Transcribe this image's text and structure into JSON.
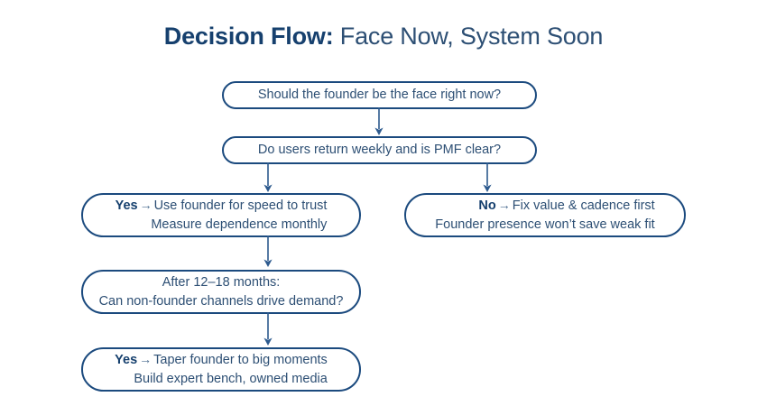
{
  "title": {
    "strong": "Decision Flow:",
    "rest": " Face Now, System Soon"
  },
  "colors": {
    "stroke": "#1b4a7e",
    "title_strong": "#16406e",
    "text": "#2d4f74",
    "background": "#ffffff",
    "arrow": "#2d5a8e"
  },
  "nodes": {
    "q1": {
      "text": "Should the founder be the face right now?"
    },
    "q2": {
      "text": "Do users return weekly and is PMF clear?"
    },
    "yes1": {
      "label": "Yes",
      "arrow": "→",
      "line1": "Use founder for speed to trust",
      "line2": "Measure dependence monthly"
    },
    "no1": {
      "label": "No",
      "arrow": "→",
      "line1": "Fix value & cadence first",
      "line2": "Founder presence won’t save weak fit"
    },
    "q3": {
      "line1": "After 12–18 months:",
      "line2": "Can non-founder channels drive demand?"
    },
    "yes2": {
      "label": "Yes",
      "arrow": "→",
      "line1": "Taper founder to big moments",
      "line2": "Build expert bench, owned media"
    }
  }
}
